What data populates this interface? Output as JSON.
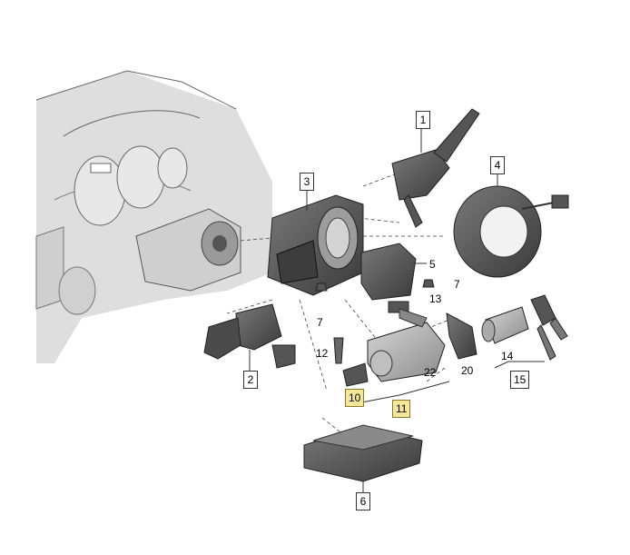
{
  "callouts": {
    "c1": "1",
    "c2": "2",
    "c3": "3",
    "c4": "4",
    "c5": "5",
    "c6": "6",
    "c7a": "7",
    "c7b": "7",
    "c10": "10",
    "c11": "11",
    "c12": "12",
    "c13": "13",
    "c14": "14",
    "c15": "15",
    "c20": "20",
    "c22": "22"
  },
  "highlighted": [
    "10",
    "11"
  ],
  "colors": {
    "highlight": "#f5e79a",
    "part_dark": "#4a4a4a",
    "part_mid": "#6e6e6e",
    "dash_bg": "#d8d8d8",
    "line": "#333333"
  }
}
